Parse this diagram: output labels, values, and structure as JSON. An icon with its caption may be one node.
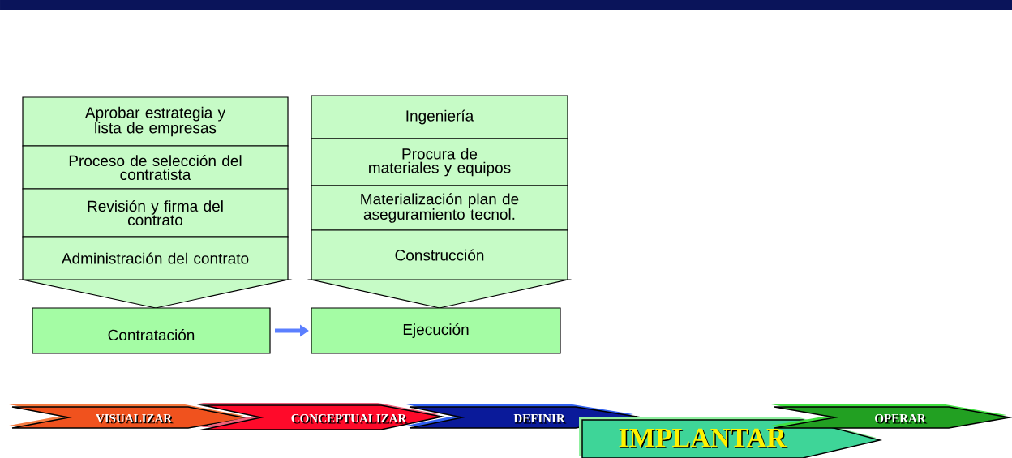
{
  "diagram": {
    "nodes": [
      {
        "text": [
          "Aprobar estrategia y lista de empresas"
        ]
      },
      {
        "text": [
          "Proceso de selección del contratista"
        ]
      },
      {
        "text": [
          "Revisión y firma del contrato"
        ]
      },
      {
        "text": [
          "Administración del contrato"
        ]
      },
      {
        "text": [
          "Ingeniería"
        ]
      },
      {
        "text": [
          "Procura de materiales y equipos"
        ]
      },
      {
        "text": [
          "Materialización plan de aseguramiento tecnol."
        ]
      },
      {
        "text": [
          "Construcción"
        ]
      },
      {
        "text": [
          "Contratación"
        ]
      },
      {
        "text": [
          "Ejecución"
        ]
      },
      {
        "text": [
          "VISUALIZAR"
        ]
      },
      {
        "text": [
          "CONCEPTUALIZAR"
        ]
      },
      {
        "text": [
          "DEFINIR"
        ]
      },
      {
        "text": [
          "IMPLANTAR"
        ]
      },
      {
        "text": [
          "OPERAR"
        ]
      }
    ],
    "edges": [
      {
        "from": 8,
        "to": 9,
        "arrow": "to"
      }
    ]
  }
}
